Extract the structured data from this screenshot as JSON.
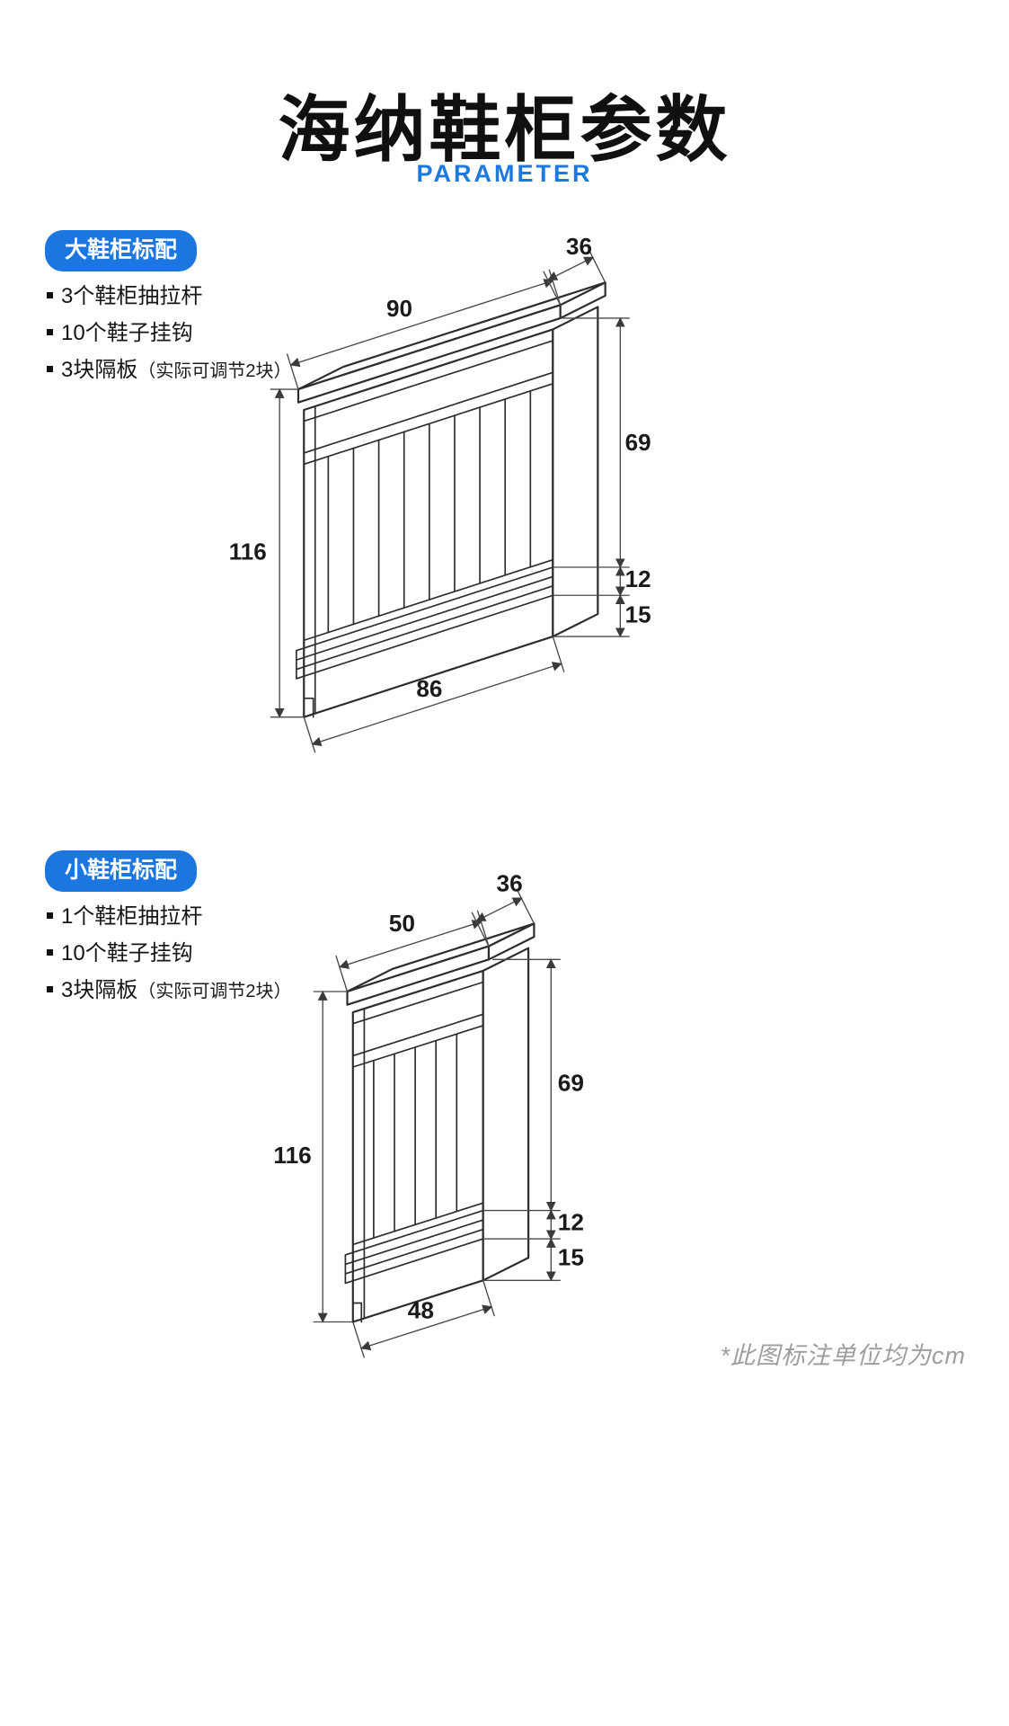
{
  "page": {
    "title": "海纳鞋柜参数",
    "subtitle": "PARAMETER",
    "unit_note": "*此图标注单位均为cm"
  },
  "colors": {
    "accent_blue": "#1b76e0",
    "line_dark": "#2d2d2d",
    "note_gray": "#9e9e9e"
  },
  "sections": [
    {
      "badge": "大鞋柜标配",
      "features": [
        {
          "text": "3个鞋柜抽拉杆",
          "note": ""
        },
        {
          "text": "10个鞋子挂钩",
          "note": ""
        },
        {
          "text": "3块隔板",
          "note": "（实际可调节2块）"
        }
      ],
      "dimensions": {
        "top_width": "90",
        "depth": "36",
        "height": "116",
        "door_height": "69",
        "shelf_gap": "12",
        "bottom_clearance": "15",
        "bottom_width": "86"
      }
    },
    {
      "badge": "小鞋柜标配",
      "features": [
        {
          "text": "1个鞋柜抽拉杆",
          "note": ""
        },
        {
          "text": "10个鞋子挂钩",
          "note": ""
        },
        {
          "text": "3块隔板",
          "note": "（实际可调节2块）"
        }
      ],
      "dimensions": {
        "top_width": "50",
        "depth": "36",
        "height": "116",
        "door_height": "69",
        "shelf_gap": "12",
        "bottom_clearance": "15",
        "bottom_width": "48"
      }
    }
  ]
}
